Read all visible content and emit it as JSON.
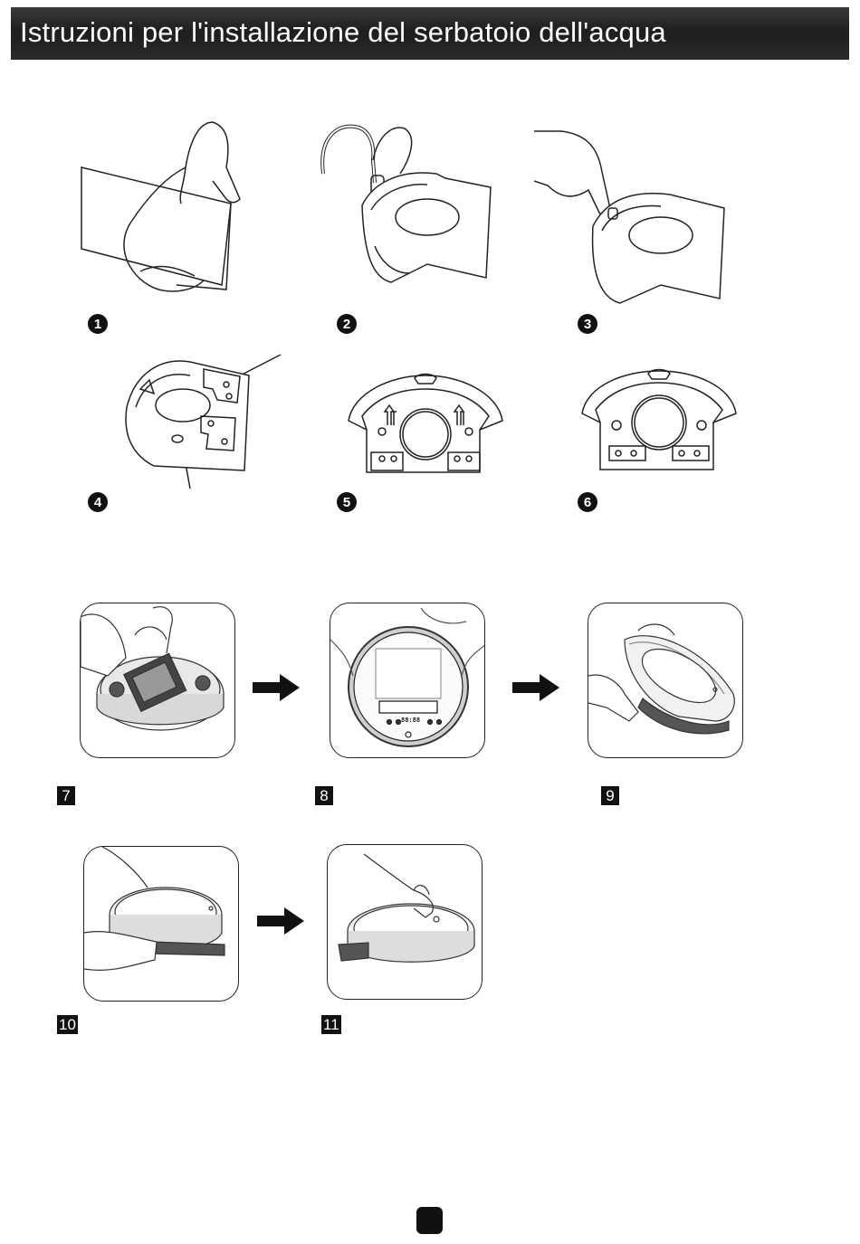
{
  "header": {
    "title": "Istruzioni per l'installazione del serbatoio dell'acqua"
  },
  "steps_top": [
    {
      "number": "1"
    },
    {
      "number": "2"
    },
    {
      "number": "3"
    },
    {
      "number": "4"
    },
    {
      "number": "5"
    },
    {
      "number": "6"
    }
  ],
  "steps_bottom": [
    {
      "number": "7"
    },
    {
      "number": "8"
    },
    {
      "number": "9"
    },
    {
      "number": "10"
    },
    {
      "number": "11"
    }
  ],
  "robot_display": {
    "digits": "88:88"
  },
  "colors": {
    "header_bg": "#222222",
    "ink": "#111111",
    "line": "#222222"
  },
  "icons": {
    "arrow": "right-arrow-icon",
    "page_marker": "page-tab"
  }
}
